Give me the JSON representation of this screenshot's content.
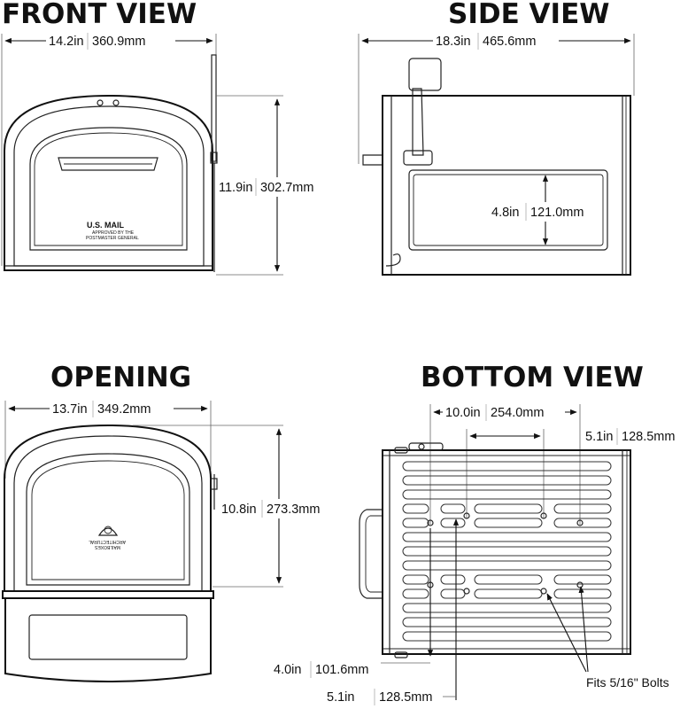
{
  "front_view": {
    "title": "FRONT VIEW",
    "width_in": "14.2in",
    "width_mm": "360.9mm",
    "height_in": "11.9in",
    "height_mm": "302.7mm",
    "plate_label": "U.S. MAIL",
    "plate_sub": "APPROVED BY THE",
    "plate_sub2": "POSTMASTER GENERAL"
  },
  "side_view": {
    "title": "SIDE VIEW",
    "length_in": "18.3in",
    "length_mm": "465.6mm",
    "door_height_in": "4.8in",
    "door_height_mm": "121.0mm"
  },
  "opening": {
    "title": "OPENING",
    "width_in": "13.7in",
    "width_mm": "349.2mm",
    "height_in": "10.8in",
    "height_mm": "273.3mm",
    "logo_text_1": "ARCHITECTURAL",
    "logo_text_2": "MAILBOXES"
  },
  "bottom_view": {
    "title": "BOTTOM VIEW",
    "hole_spacing_in": "10.0in",
    "hole_spacing_mm": "254.0mm",
    "top_offset_in": "5.1in",
    "top_offset_mm": "128.5mm",
    "side_spacing_in": "4.0in",
    "side_spacing_mm": "101.6mm",
    "bottom_offset_in": "5.1in",
    "bottom_offset_mm": "128.5mm",
    "bolt_note": "Fits 5/16\" Bolts"
  },
  "icons": [
    "arrow-icon",
    "bolt-hole-icon",
    "flag-icon",
    "handle-icon"
  ]
}
